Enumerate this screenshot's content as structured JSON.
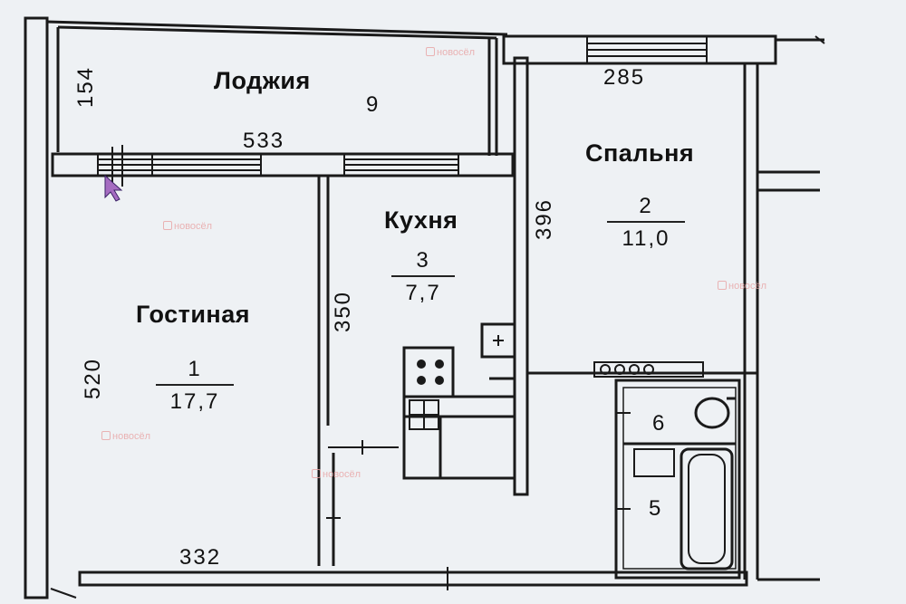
{
  "rooms": {
    "loggia": {
      "name": "Лоджия",
      "number": "9"
    },
    "bedroom": {
      "name": "Спальня",
      "number": "2",
      "area": "11,0"
    },
    "kitchen": {
      "name": "Кухня",
      "number": "3",
      "area": "7,7"
    },
    "living": {
      "name": "Гостиная",
      "number": "1",
      "area": "17,7"
    },
    "bathroom": {
      "number": "6"
    },
    "toilet": {
      "number": "5"
    }
  },
  "dimensions": {
    "loggia_depth": "154",
    "loggia_width": "533",
    "bedroom_width": "285",
    "bedroom_length": "396",
    "kitchen_length": "350",
    "living_length": "520",
    "living_width": "332"
  },
  "watermark": "новосёл",
  "colors": {
    "wall": "#1a1a1a",
    "background": "#eef1f4",
    "watermark": "#e9a3a3"
  },
  "icons": [
    "cursor-arrow-icon",
    "stove-icon",
    "sink-icon",
    "toilet-icon",
    "bathtub-icon",
    "radiator-icon"
  ]
}
